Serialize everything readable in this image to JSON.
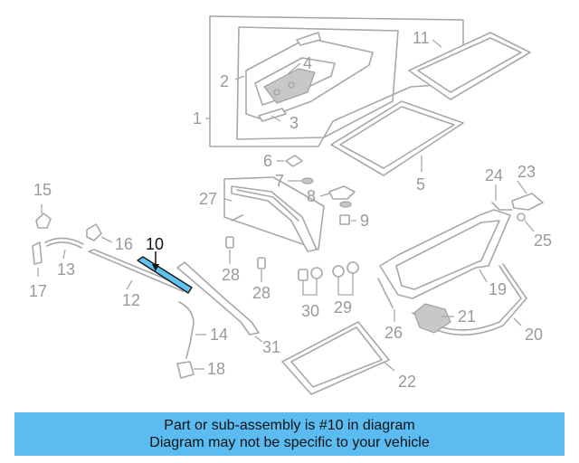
{
  "diagram": {
    "highlight_callout": "10",
    "callouts": [
      "1",
      "2",
      "3",
      "4",
      "5",
      "6",
      "7",
      "8",
      "9",
      "10",
      "11",
      "12",
      "13",
      "14",
      "15",
      "16",
      "17",
      "18",
      "19",
      "20",
      "21",
      "22",
      "23",
      "24",
      "25",
      "26",
      "27",
      "28",
      "28",
      "29",
      "30",
      "31"
    ]
  },
  "banner": {
    "line1": "Part or sub-assembly is #10 in diagram",
    "line2": "Diagram may not be specific to your vehicle",
    "background": "#5bbcf1"
  }
}
